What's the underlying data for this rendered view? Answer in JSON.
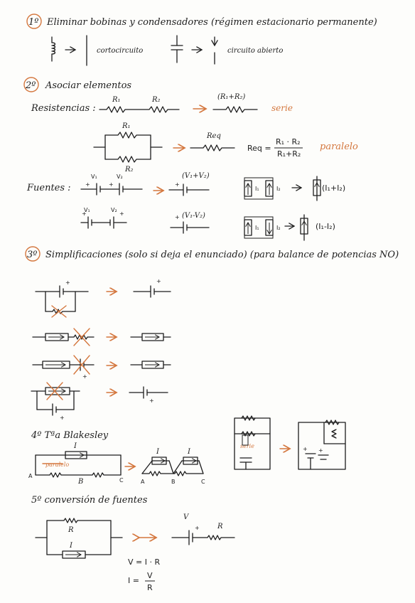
{
  "colors": {
    "ink": "#1d1d1d",
    "accent": "#d4773e",
    "paper": "#fdfdfb"
  },
  "section1": {
    "number": "1º",
    "title": "Eliminar bobinas y condensadores (régimen estacionario permanente)",
    "short_circuit": "cortocircuito",
    "open_circuit": "circuito abierto"
  },
  "section2": {
    "number": "2º",
    "title": "Asociar elementos",
    "resistances_label": "Resistencias :",
    "R1": "R₁",
    "R2": "R₂",
    "series_sum": "(R₁+R₂)",
    "series": "serie",
    "Req": "Req",
    "Req_eq": "Req =",
    "Req_num": "R₁ · R₂",
    "Req_den": "R₁+R₂",
    "parallel": "paralelo",
    "sources_label": "Fuentes :",
    "V1": "V₁",
    "V2": "V₂",
    "v_sum": "(V₁+V₂)",
    "v_diff": "(V₁-V₂)",
    "I1": "I₁",
    "I2": "I₂",
    "i_sum": "(I₁+I₂)",
    "i_diff": "(I₁-I₂)"
  },
  "section3": {
    "number": "3º",
    "title": "Simplificaciones (solo si deja el enunciado) (para balance de potencias NO)"
  },
  "section4": {
    "title": "4º Tªa Blakesley",
    "I": "I",
    "A": "A",
    "B": "B",
    "C": "C",
    "parallel": "paralelo",
    "serie": "serie"
  },
  "section5": {
    "title": "5º conversión de fuentes",
    "R": "R",
    "I": "I",
    "V": "V",
    "eq1": "V = I · R",
    "eq2_left": "I =",
    "eq2_num": "V",
    "eq2_den": "R"
  }
}
